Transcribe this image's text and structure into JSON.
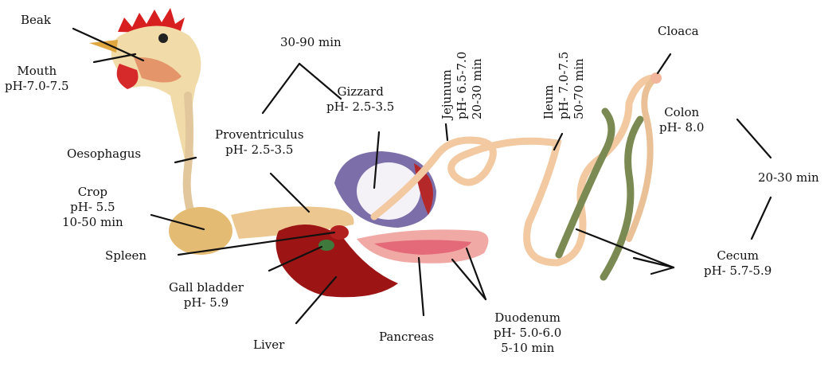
{
  "labels": {
    "beak": "Beak",
    "mouth": [
      "Mouth",
      "pH-7.0-7.5"
    ],
    "oesophagus": "Oesophagus",
    "crop": [
      "Crop",
      "pH- 5.5",
      "10-50 min"
    ],
    "spleen": "Spleen",
    "gall_bladder": [
      "Gall bladder",
      "pH- 5.9"
    ],
    "liver": "Liver",
    "proventriculus_gizzard_time": "30-90 min",
    "proventriculus": [
      "Proventriculus",
      "pH- 2.5-3.5"
    ],
    "gizzard": [
      "Gizzard",
      "pH- 2.5-3.5"
    ],
    "pancreas": "Pancreas",
    "duodenum": [
      "Duodenum",
      "pH- 5.0-6.0",
      "5-10 min"
    ],
    "jejunum": [
      "Jejunum",
      "pH- 6.5-7.0",
      "20-30 min"
    ],
    "ileum": [
      "Ileum",
      "pH- 7.0-7.5",
      "50-70 min"
    ],
    "cloaca": "Cloaca",
    "colon": [
      "Colon",
      "pH- 8.0"
    ],
    "colon_cecum_time": "20-30 min",
    "cecum": [
      "Cecum",
      "pH- 5.7-5.9"
    ]
  },
  "colors": {
    "comb": "#d81f1f",
    "head": "#f1dba8",
    "crop": "#e4bb73",
    "liver": "#9c1414",
    "gizzard": "#7c6ea8",
    "intestine": "#f2c9a0",
    "pancreas": "#e46a7a",
    "cecum": "#7a8a52",
    "leader_line": "#111111"
  }
}
